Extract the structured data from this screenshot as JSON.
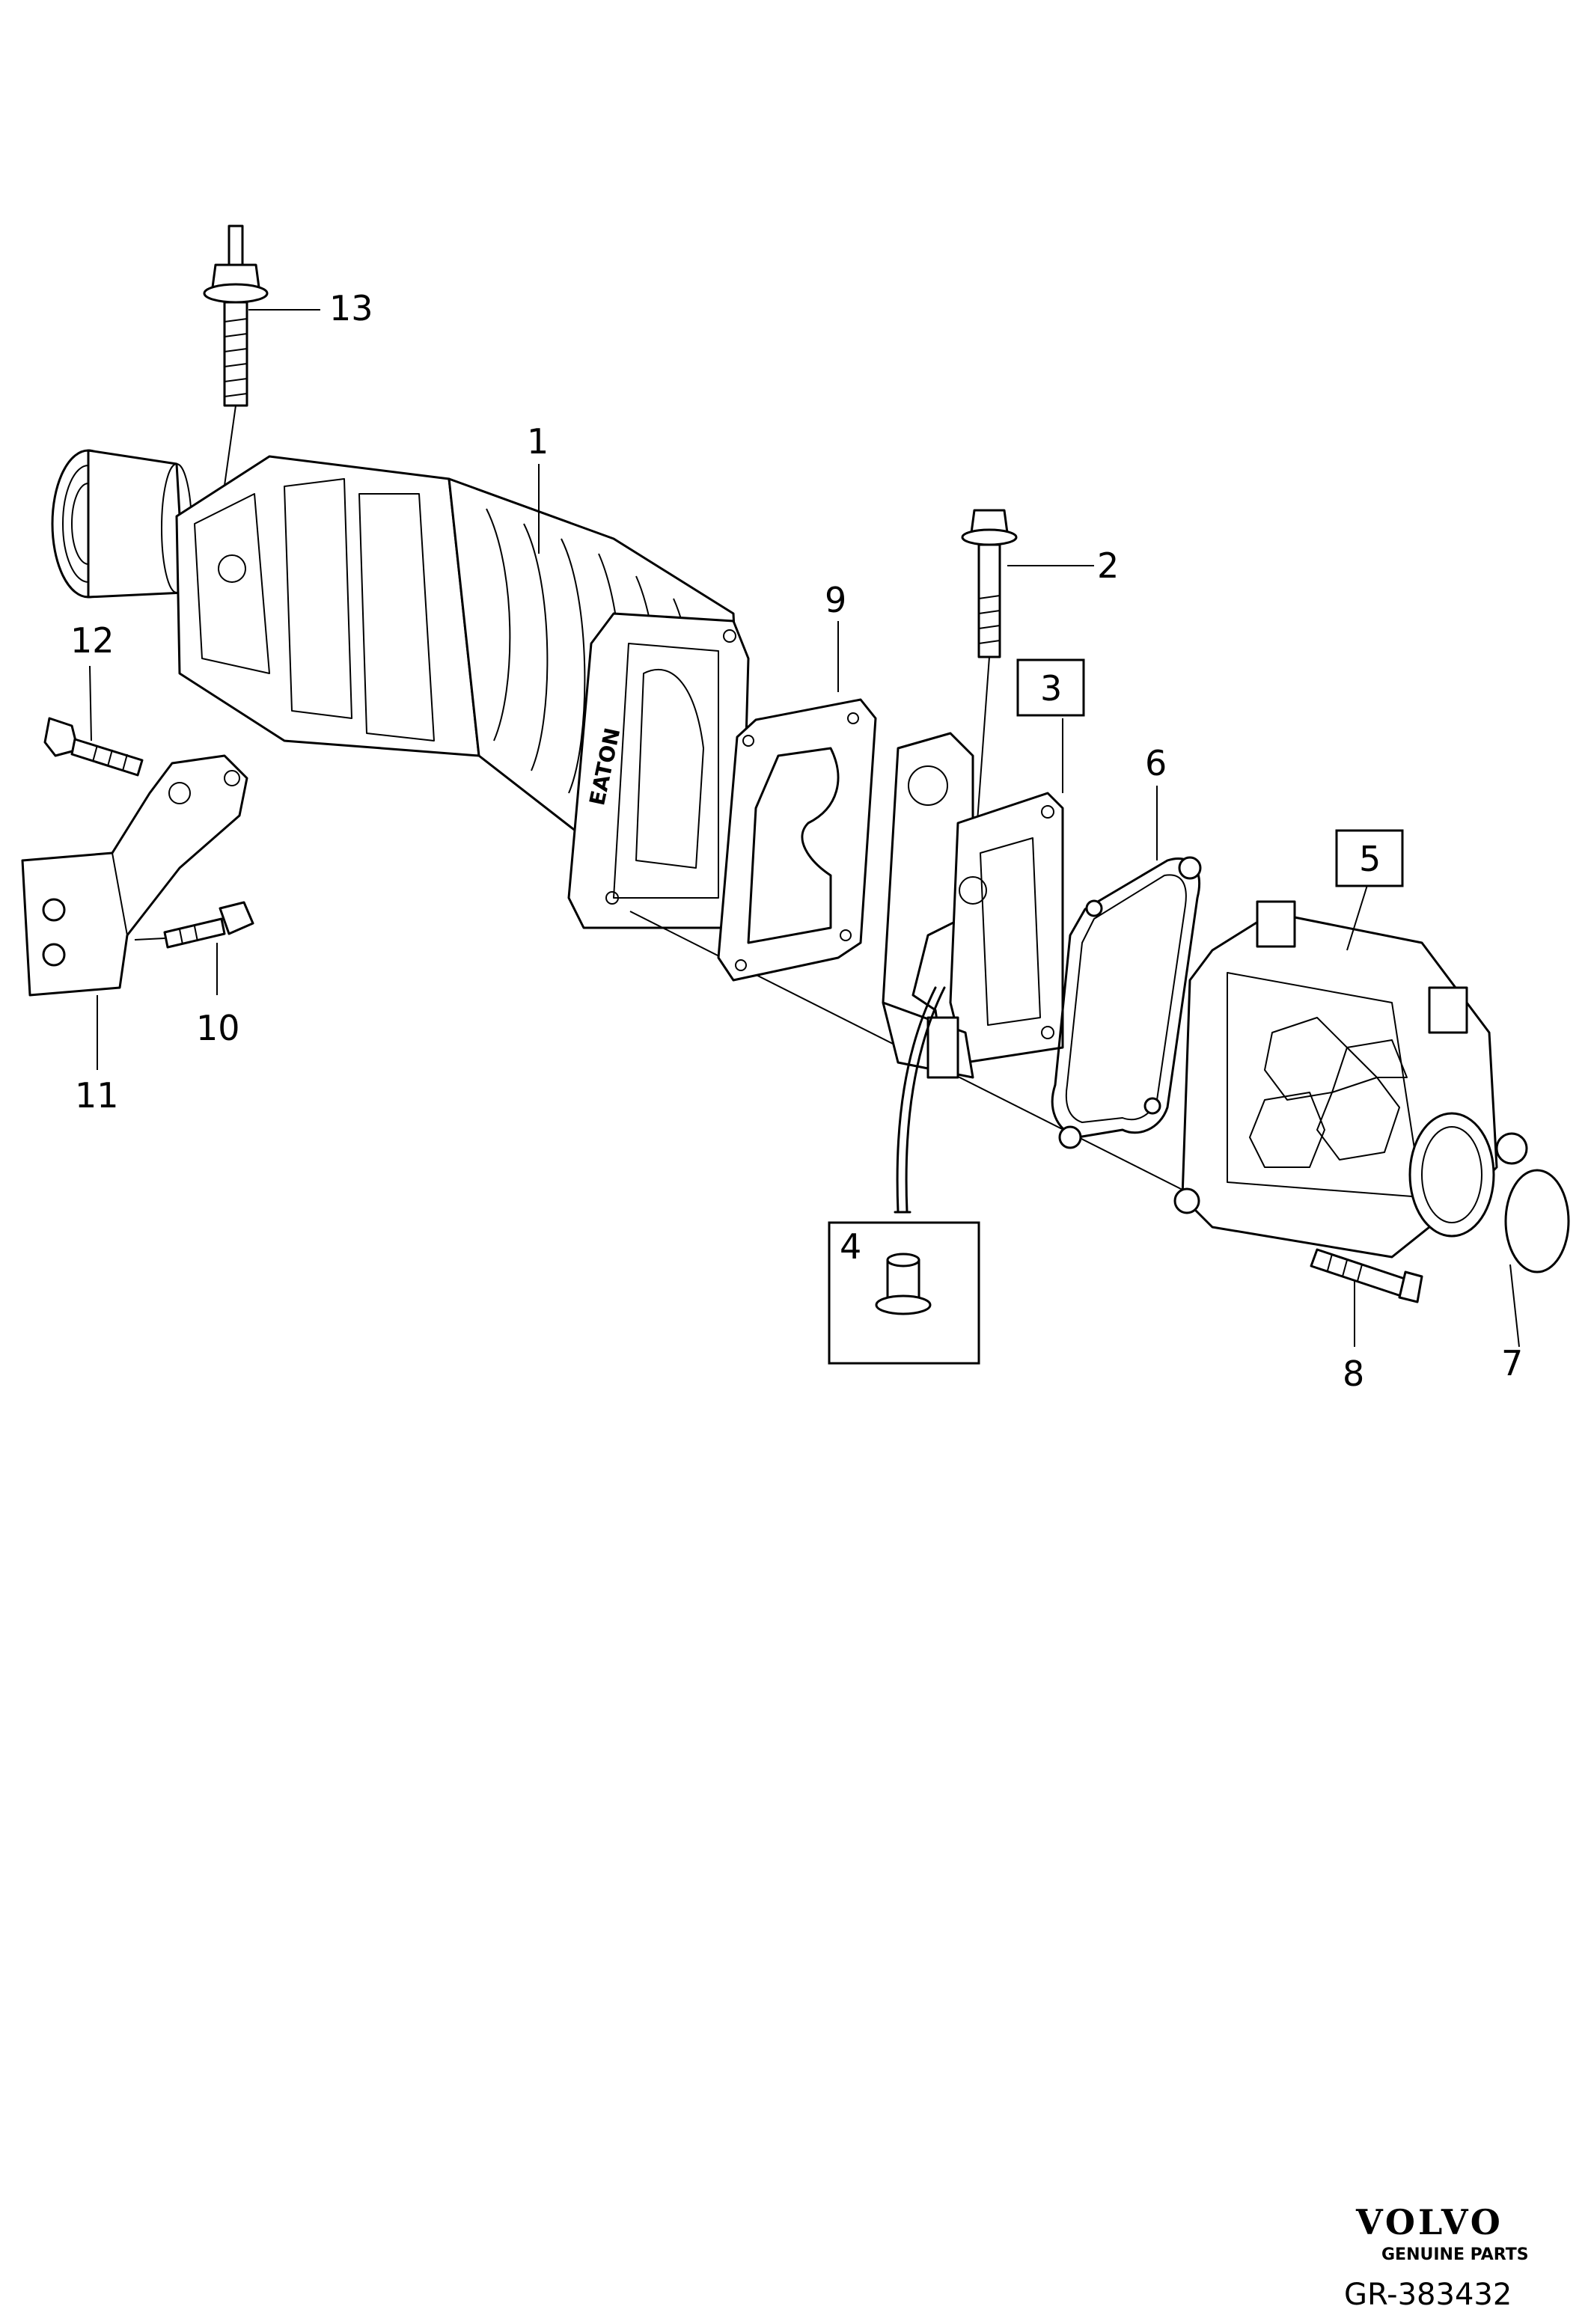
{
  "callouts": {
    "c1": "1",
    "c2": "2",
    "c3": "3",
    "c4": "4",
    "c5": "5",
    "c6": "6",
    "c7": "7",
    "c8": "8",
    "c9": "9",
    "c10": "10",
    "c11": "11",
    "c12": "12",
    "c13": "13"
  },
  "footer": {
    "brand": "VOLVO",
    "tagline": "GENUINE PARTS",
    "reference": "GR-383432"
  }
}
